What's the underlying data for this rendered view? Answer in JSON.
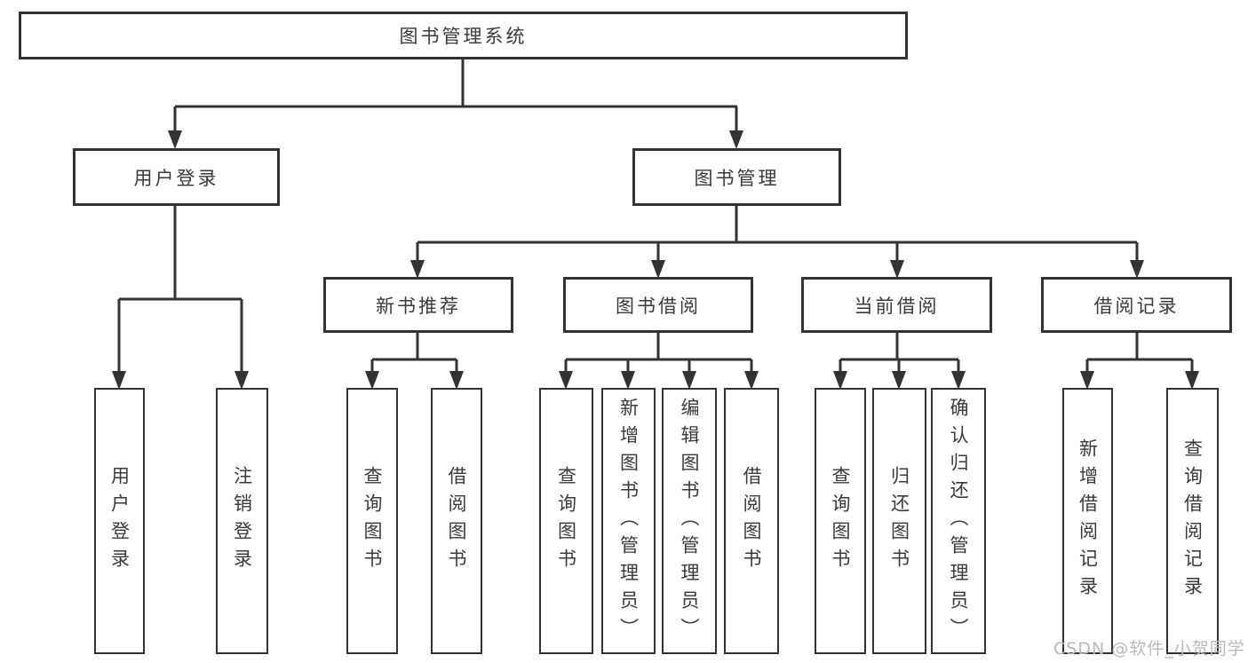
{
  "diagram": {
    "watermark": "CSDN @软件_小贺同学",
    "colors": {
      "line": "#333333",
      "text": "#3a3a3a",
      "background": "#ffffff",
      "watermark": "#b9b9b9"
    },
    "nodes": {
      "root": "图书管理系统",
      "user_login": "用户登录",
      "book_management": "图书管理",
      "new_book_recommend": "新书推荐",
      "book_borrowing": "图书借阅",
      "current_borrowing": "当前借阅",
      "borrowing_records": "借阅记录"
    },
    "leaves": {
      "user_login": "用户登录",
      "logout": "注销登录",
      "recommend_query_books": "查询图书",
      "recommend_borrow_books": "借阅图书",
      "borrowing_query_books": "查询图书",
      "borrowing_add_books": "新增图书（管理员）",
      "borrowing_edit_books": "编辑图书（管理员）",
      "borrowing_borrow_books": "借阅图书",
      "current_query_books": "查询图书",
      "current_return_books": "归还图书",
      "current_confirm_return": "确认归还（管理员）",
      "records_add_record": "新增借阅记录",
      "records_query_record": "查询借阅记录"
    }
  }
}
